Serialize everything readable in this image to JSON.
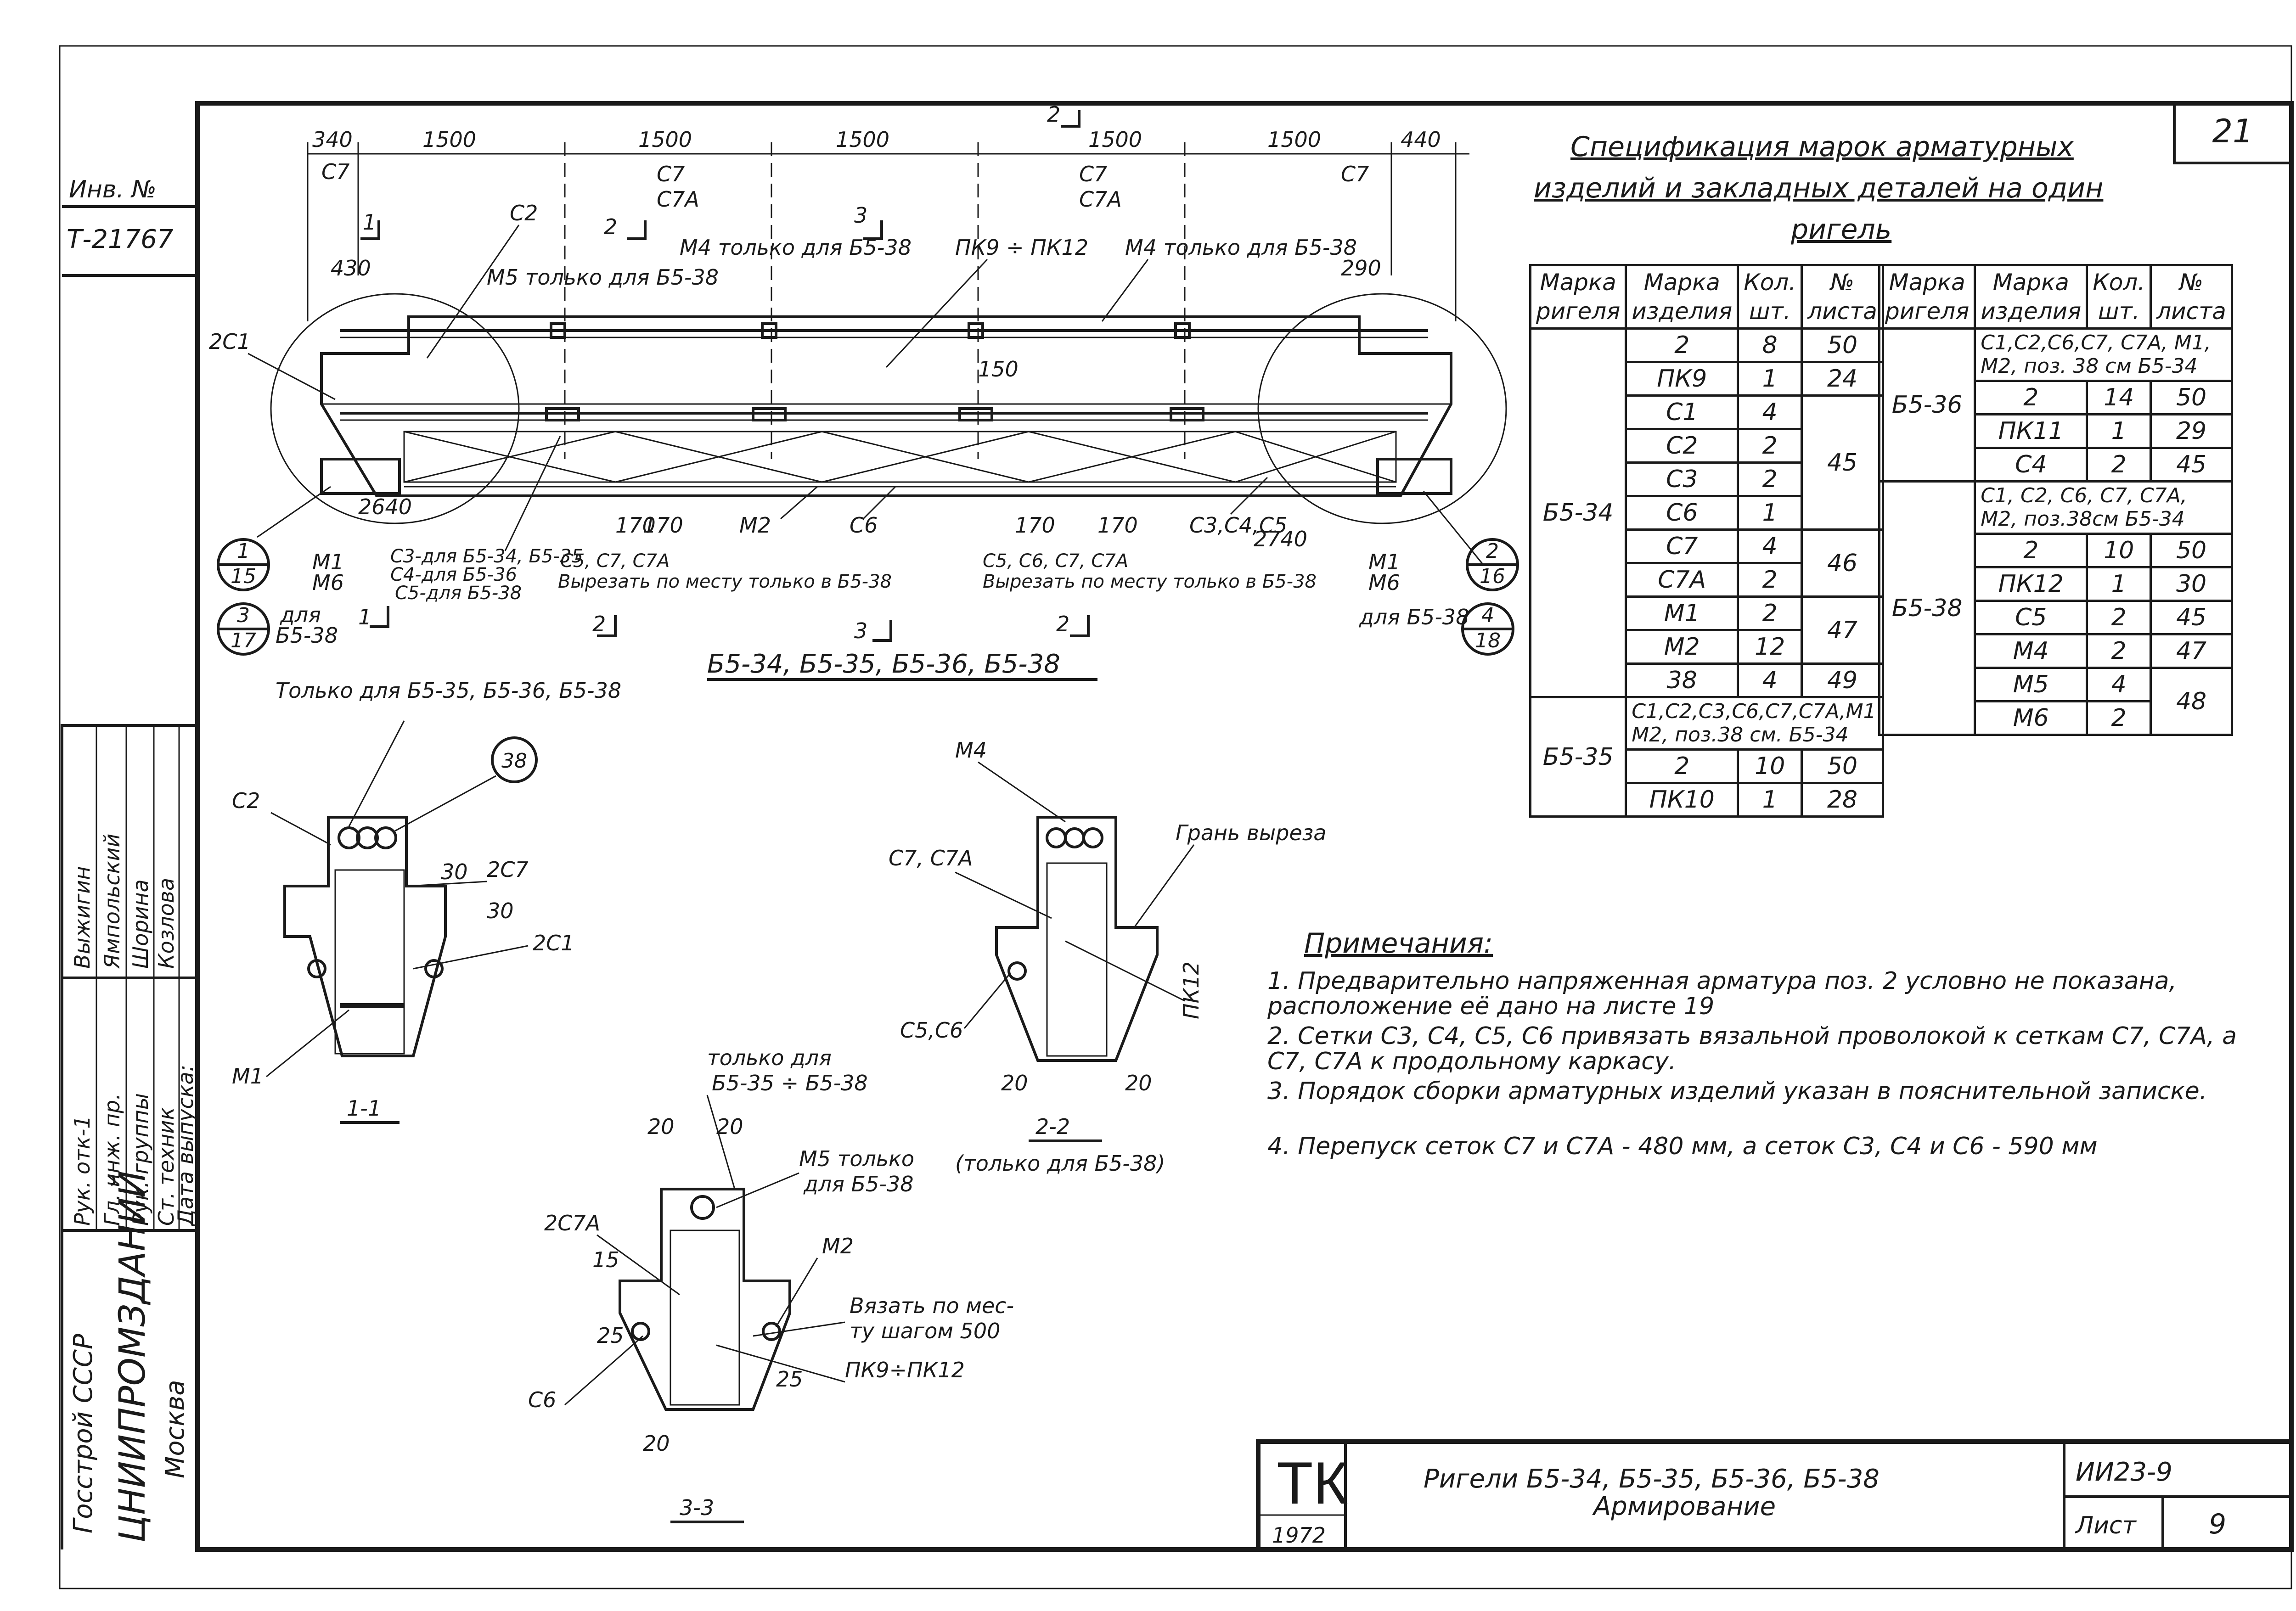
{
  "sheet_number": "21",
  "inventory": {
    "label": "Инв. №",
    "value": "Т-21767"
  },
  "signatures": [
    "Выжигин",
    "Ямпольский",
    "Шорина",
    "Козлова"
  ],
  "approval_roles": [
    "Рук. отк-1",
    "Гл. инж. пр.",
    "Рук. группы",
    "Ст. техник",
    "Дата выпуска:"
  ],
  "organization": {
    "ministry": "Госстрой СССР",
    "institute": "ЦНИИПРОМЗДАНИЙ",
    "city": "Москва"
  },
  "title_block": {
    "mark": "ТК",
    "year": "1972",
    "title_line1": "Ригели Б5-34, Б5-35, Б5-36, Б5-38",
    "title_line2": "Армирование",
    "series": "ИИ23-9",
    "sheet_label": "Лист",
    "sheet_value": "9"
  },
  "spec": {
    "title": [
      "Спецификация марок арматурных",
      "изделий и закладных деталей на один",
      "ригель"
    ],
    "headers": [
      "Марка ригеля",
      "Марка изделия",
      "Кол. шт.",
      "№ листа"
    ],
    "left_rows": [
      [
        "Б5-34",
        "2",
        "8",
        "50"
      ],
      [
        "",
        "ПК9",
        "1",
        "24"
      ],
      [
        "",
        "С1",
        "4",
        "45"
      ],
      [
        "",
        "С2",
        "2",
        ""
      ],
      [
        "",
        "С3",
        "2",
        ""
      ],
      [
        "",
        "С6",
        "1",
        ""
      ],
      [
        "",
        "С7",
        "4",
        "46"
      ],
      [
        "",
        "С7А",
        "2",
        ""
      ],
      [
        "",
        "М1",
        "2",
        "47"
      ],
      [
        "",
        "М2",
        "12",
        ""
      ],
      [
        "",
        "38",
        "4",
        "49"
      ],
      [
        "Б5-35",
        "С1,С2,С3,С6,С7,С7А,М1 М2, поз.38 см. Б5-34",
        "",
        ""
      ],
      [
        "",
        "2",
        "10",
        "50"
      ],
      [
        "",
        "ПК10",
        "1",
        "28"
      ]
    ],
    "right_rows": [
      [
        "Б5-36",
        "С1,С2,С6,С7, С7А, М1, М2, поз. 38 см Б5-34",
        "",
        ""
      ],
      [
        "",
        "2",
        "14",
        "50"
      ],
      [
        "",
        "ПК11",
        "1",
        "29"
      ],
      [
        "",
        "С4",
        "2",
        "45"
      ],
      [
        "Б5-38",
        "С1, С2, С6, С7, С7А, М2, поз.38см Б5-34",
        "",
        ""
      ],
      [
        "",
        "2",
        "10",
        "50"
      ],
      [
        "",
        "ПК12",
        "1",
        "30"
      ],
      [
        "",
        "С5",
        "2",
        "45"
      ],
      [
        "",
        "М4",
        "2",
        "47"
      ],
      [
        "",
        "М5",
        "4",
        "48"
      ],
      [
        "",
        "М6",
        "2",
        ""
      ]
    ]
  },
  "notes": {
    "title": "Примечания:",
    "items": [
      "1. Предварительно напряженная арматура поз. 2 условно не показана, расположение её дано на листе 19",
      "2. Сетки С3, С4, С5, С6 привязать вязальной проволокой к сеткам С7, С7А, а С7, С7А к продольному каркасу.",
      "3. Порядок сборки арматурных изделий указан в пояснительной записке.",
      "4. Перепуск сеток С7 и С7А - 480 мм, а сеток С3, С4 и С6 - 590 мм"
    ]
  },
  "elevation": {
    "caption": "Б5-34, Б5-35, Б5-36, Б5-38",
    "dims_top": [
      "340",
      "1500",
      "1500",
      "1500",
      "1500",
      "1500",
      "440"
    ],
    "dim_430": "430",
    "dim_290": "290",
    "dim_150": "150",
    "dim_2640": "2640",
    "dim_2740": "2740",
    "dim_170": "170",
    "labels": {
      "c7": "С7",
      "c7a": "С7А",
      "c2": "С2",
      "twoC1": "2С1",
      "m5_only": "М5 только для Б5-38",
      "m4_only": "М4 только для Б5-38",
      "pk": "ПК9 ÷ ПК12",
      "m1": "М1",
      "m6": "М6",
      "m2": "М2",
      "c6": "С6",
      "c3_note": "С3-для Б5-34, Б5-35",
      "c4_note": "С4-для Б5-36",
      "c5_note": "С5-для Б5-38",
      "c5c7": "С5,  С7, С7А",
      "cut_left": "Вырезать по месту только в Б5-38",
      "c5c6": "С5, С6, С7, С7А",
      "cut_right": "Вырезать по месту только в Б5-38",
      "c345": "С3,С4,С5",
      "for_b538": "для Б5-38",
      "dla": "для",
      "b538": "Б5-38"
    },
    "sections": {
      "s1": "1",
      "s2": "2",
      "s3": "3"
    },
    "bubbles": [
      {
        "top": "1",
        "bottom": "15"
      },
      {
        "top": "3",
        "bottom": "17"
      },
      {
        "top": "2",
        "bottom": "16"
      },
      {
        "top": "4",
        "bottom": "18"
      }
    ]
  },
  "section_1": {
    "caption": "1-1",
    "note": "Только для Б5-35, Б5-36, Б5-38",
    "labels": {
      "c2": "С2",
      "two_c7": "2С7",
      "two_c1": "2С1",
      "m1": "М1",
      "d30a": "30",
      "d30b": "30"
    },
    "bubble": "38"
  },
  "section_2": {
    "caption": "2-2",
    "subcaption": "(только для Б5-38)",
    "labels": {
      "m4": "М4",
      "c7c7a": "С7, С7А",
      "edge": "Грань выреза",
      "c5c6": "С5,С6",
      "pk12": "ПК12",
      "d20a": "20",
      "d20b": "20"
    }
  },
  "section_3": {
    "caption": "3-3",
    "labels": {
      "only_for": "только для",
      "range": "Б5-35 ÷ Б5-38",
      "m5_only": "М5 только",
      "for_b538": "для Б5-38",
      "two_c7a": "2С7А",
      "m2": "М2",
      "tie": "Вязать по мес-",
      "tie2": "ту шагом 500",
      "pk": "ПК9÷ПК12",
      "c6": "С6",
      "d20a": "20",
      "d20b": "20",
      "d15": "15",
      "d25a": "25",
      "d25b": "25",
      "d20c": "20"
    }
  }
}
